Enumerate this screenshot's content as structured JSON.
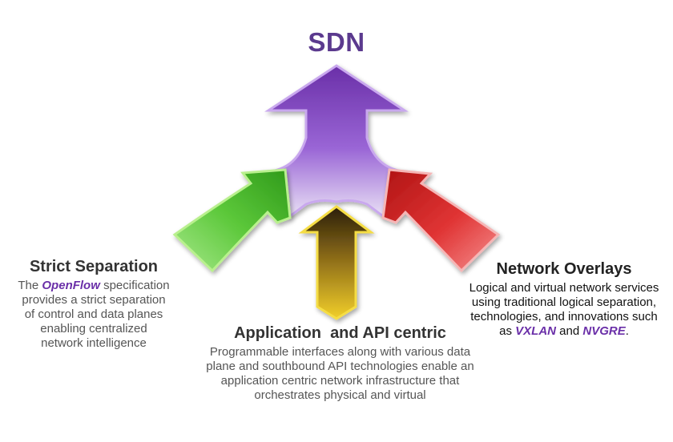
{
  "title": "SDN",
  "left": {
    "heading": "Strict Separation",
    "body_pre": "The ",
    "highlight": "OpenFlow",
    "body_post": "specification provides a strict separation of control and data planes enabling centralized network intelligence"
  },
  "center": {
    "heading": "Application  and API centric",
    "body": "Programmable interfaces along with various data plane and southbound API technologies enable an application centric network infrastructure that orchestrates physical and virtual"
  },
  "right": {
    "heading": "Network Overlays",
    "body_pre": "Logical and virtual network services using traditional logical separation, technologies, and innovations such as ",
    "highlight1": "VXLAN",
    "mid": "and ",
    "highlight2": "NVGRE",
    "body_post": "."
  },
  "colors": {
    "purple": "#8a55c8",
    "green": "#4cbf2a",
    "gold": "#d9b430",
    "red": "#d42a2a",
    "title": "#5b3a8e",
    "highlight": "#6a2fa8"
  }
}
